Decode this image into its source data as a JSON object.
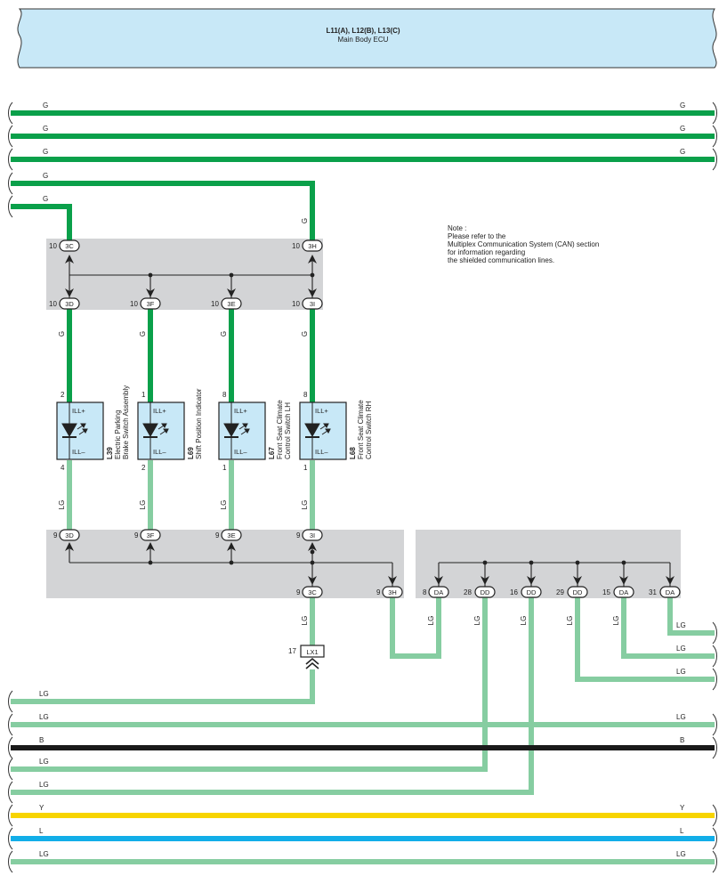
{
  "colors": {
    "G": "#0aa04a",
    "LG": "#86cda1",
    "B": "#1a1a1a",
    "Y": "#f7d400",
    "L": "#12aee8",
    "ecu_fill": "#c8e8f7",
    "jb_fill": "#d3d4d6",
    "comp_fill": "#c8e8f7"
  },
  "ecu": {
    "title": "L11(A), L12(B), L13(C)",
    "subtitle": "Main Body ECU"
  },
  "note": {
    "lines": [
      "Note :",
      "Please refer to the",
      "Multiplex Communication System (CAN) section",
      "for information regarding",
      "the shielded communication lines."
    ]
  },
  "wire_labels": {
    "G": "G",
    "LG": "LG",
    "B": "B",
    "Y": "Y",
    "L": "L"
  },
  "junction_top": {
    "in_left": {
      "pin": "10",
      "connector": "3C"
    },
    "in_right": {
      "pin": "10",
      "connector": "3H"
    },
    "outs": [
      {
        "pin": "10",
        "connector": "3D"
      },
      {
        "pin": "10",
        "connector": "3F"
      },
      {
        "pin": "10",
        "connector": "3E"
      },
      {
        "pin": "10",
        "connector": "3I"
      }
    ]
  },
  "components": [
    {
      "code": "L39",
      "name_line1": "Electric Parking",
      "name_line2": "Brake Switch Assembly",
      "pin_top": "2",
      "pin_bottom": "4",
      "ill_plus": "ILL+",
      "ill_minus": "ILL–"
    },
    {
      "code": "L69",
      "name_line1": "Shift Position Indicator",
      "name_line2": "",
      "pin_top": "1",
      "pin_bottom": "2",
      "ill_plus": "ILL+",
      "ill_minus": "ILL–"
    },
    {
      "code": "L67",
      "name_line1": "Front Seat Climate",
      "name_line2": "Control Switch LH",
      "pin_top": "8",
      "pin_bottom": "1",
      "ill_plus": "ILL+",
      "ill_minus": "ILL–"
    },
    {
      "code": "L68",
      "name_line1": "Front Seat Climate",
      "name_line2": "Control Switch RH",
      "pin_top": "8",
      "pin_bottom": "1",
      "ill_plus": "ILL+",
      "ill_minus": "ILL–"
    }
  ],
  "junction_bottom_left": {
    "ins": [
      {
        "pin": "9",
        "connector": "3D"
      },
      {
        "pin": "9",
        "connector": "3F"
      },
      {
        "pin": "9",
        "connector": "3E"
      },
      {
        "pin": "9",
        "connector": "3I"
      }
    ],
    "outs": [
      {
        "pin": "9",
        "connector": "3C"
      },
      {
        "pin": "9",
        "connector": "3H"
      }
    ]
  },
  "junction_bottom_right": {
    "outs": [
      {
        "pin": "8",
        "connector": "DA"
      },
      {
        "pin": "28",
        "connector": "DD"
      },
      {
        "pin": "16",
        "connector": "DD"
      },
      {
        "pin": "29",
        "connector": "DD"
      },
      {
        "pin": "15",
        "connector": "DA"
      },
      {
        "pin": "31",
        "connector": "DA"
      }
    ]
  },
  "lx_connector": {
    "pin": "17",
    "connector": "LX1"
  }
}
